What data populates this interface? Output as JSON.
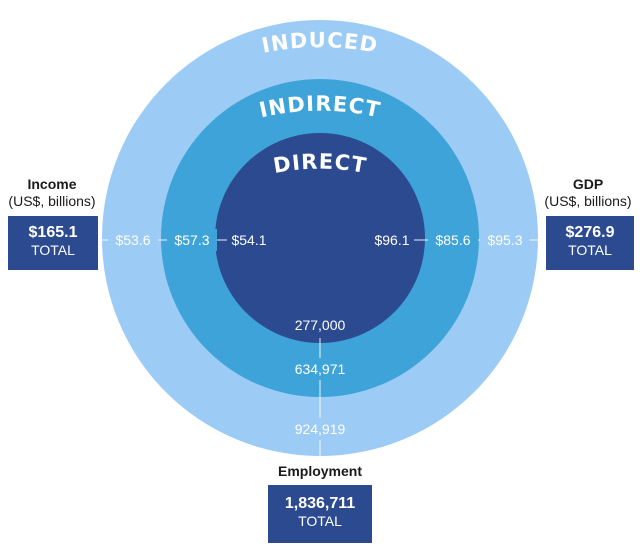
{
  "rings": {
    "induced": {
      "label": "INDUCED",
      "color": "#9ccbf5"
    },
    "indirect": {
      "label": "INDIRECT",
      "color": "#3ea3d8"
    },
    "direct": {
      "label": "DIRECT",
      "color": "#2c4a8f"
    }
  },
  "income": {
    "title": "Income",
    "unit": "(US$, billions)",
    "induced": "$53.6",
    "indirect": "$57.3",
    "direct": "$54.1",
    "total_value": "$165.1",
    "total_word": "TOTAL"
  },
  "gdp": {
    "title": "GDP",
    "unit": "(US$, billions)",
    "direct": "$96.1",
    "indirect": "$85.6",
    "induced": "$95.3",
    "total_value": "$276.9",
    "total_word": "TOTAL"
  },
  "employment": {
    "title": "Employment",
    "direct": "277,000",
    "indirect": "634,971",
    "induced": "924,919",
    "total_value": "1,836,711",
    "total_word": "TOTAL"
  }
}
